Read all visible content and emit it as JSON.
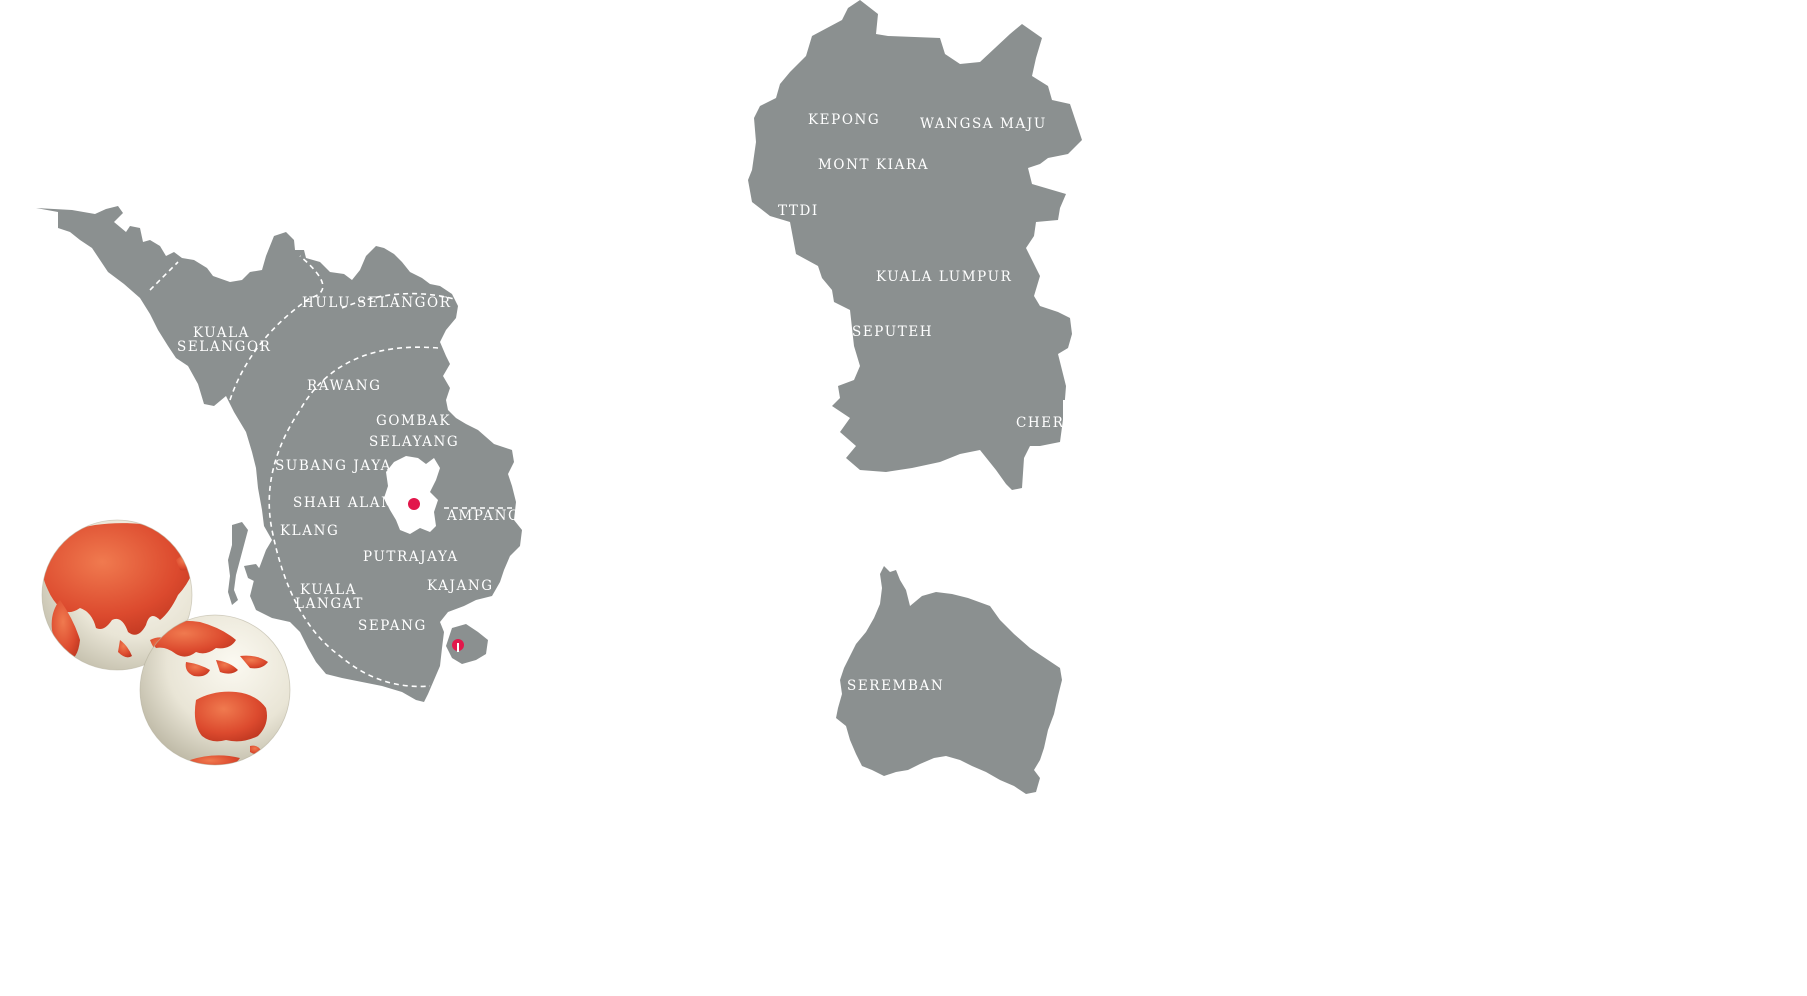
{
  "theme": {
    "land_color": "#8b9090",
    "label_color": "#ffffff",
    "marker_color": "#e2174b",
    "globe_land_color": "#dc4a2e",
    "globe_sea_color": "#e6e2d2"
  },
  "maps": {
    "selangor": {
      "districts": {
        "kuala_selangor_1": "KUALA",
        "kuala_selangor_2": "SELANGOR",
        "hulu_selangor": "HULU SELANGOR",
        "rawang": "RAWANG",
        "gombak": "GOMBAK",
        "selayang": "SELAYANG",
        "subang_jaya": "SUBANG JAYA",
        "shah_alam": "SHAH ALAM",
        "ampang": "AMPANG",
        "klang": "KLANG",
        "putrajaya": "PUTRAJAYA",
        "kajang": "KAJANG",
        "kuala_langat_1": "KUALA",
        "kuala_langat_2": "LANGAT",
        "sepang": "SEPANG"
      }
    },
    "kuala_lumpur": {
      "districts": {
        "kepong": "KEPONG",
        "wangsa_maju": "WANGSA MAJU",
        "mont_kiara": "MONT KIARA",
        "ttdi": "TTDI",
        "kuala_lumpur": "KUALA LUMPUR",
        "seputeh": "SEPUTEH",
        "cheras": "CHERAS"
      }
    },
    "negeri_sembilan": {
      "districts": {
        "seremban": "SEREMBAN"
      }
    }
  },
  "globes": [
    {
      "name": "asia-globe",
      "icon": "globe-asia-icon"
    },
    {
      "name": "oceania-globe",
      "icon": "globe-oceania-icon"
    }
  ]
}
